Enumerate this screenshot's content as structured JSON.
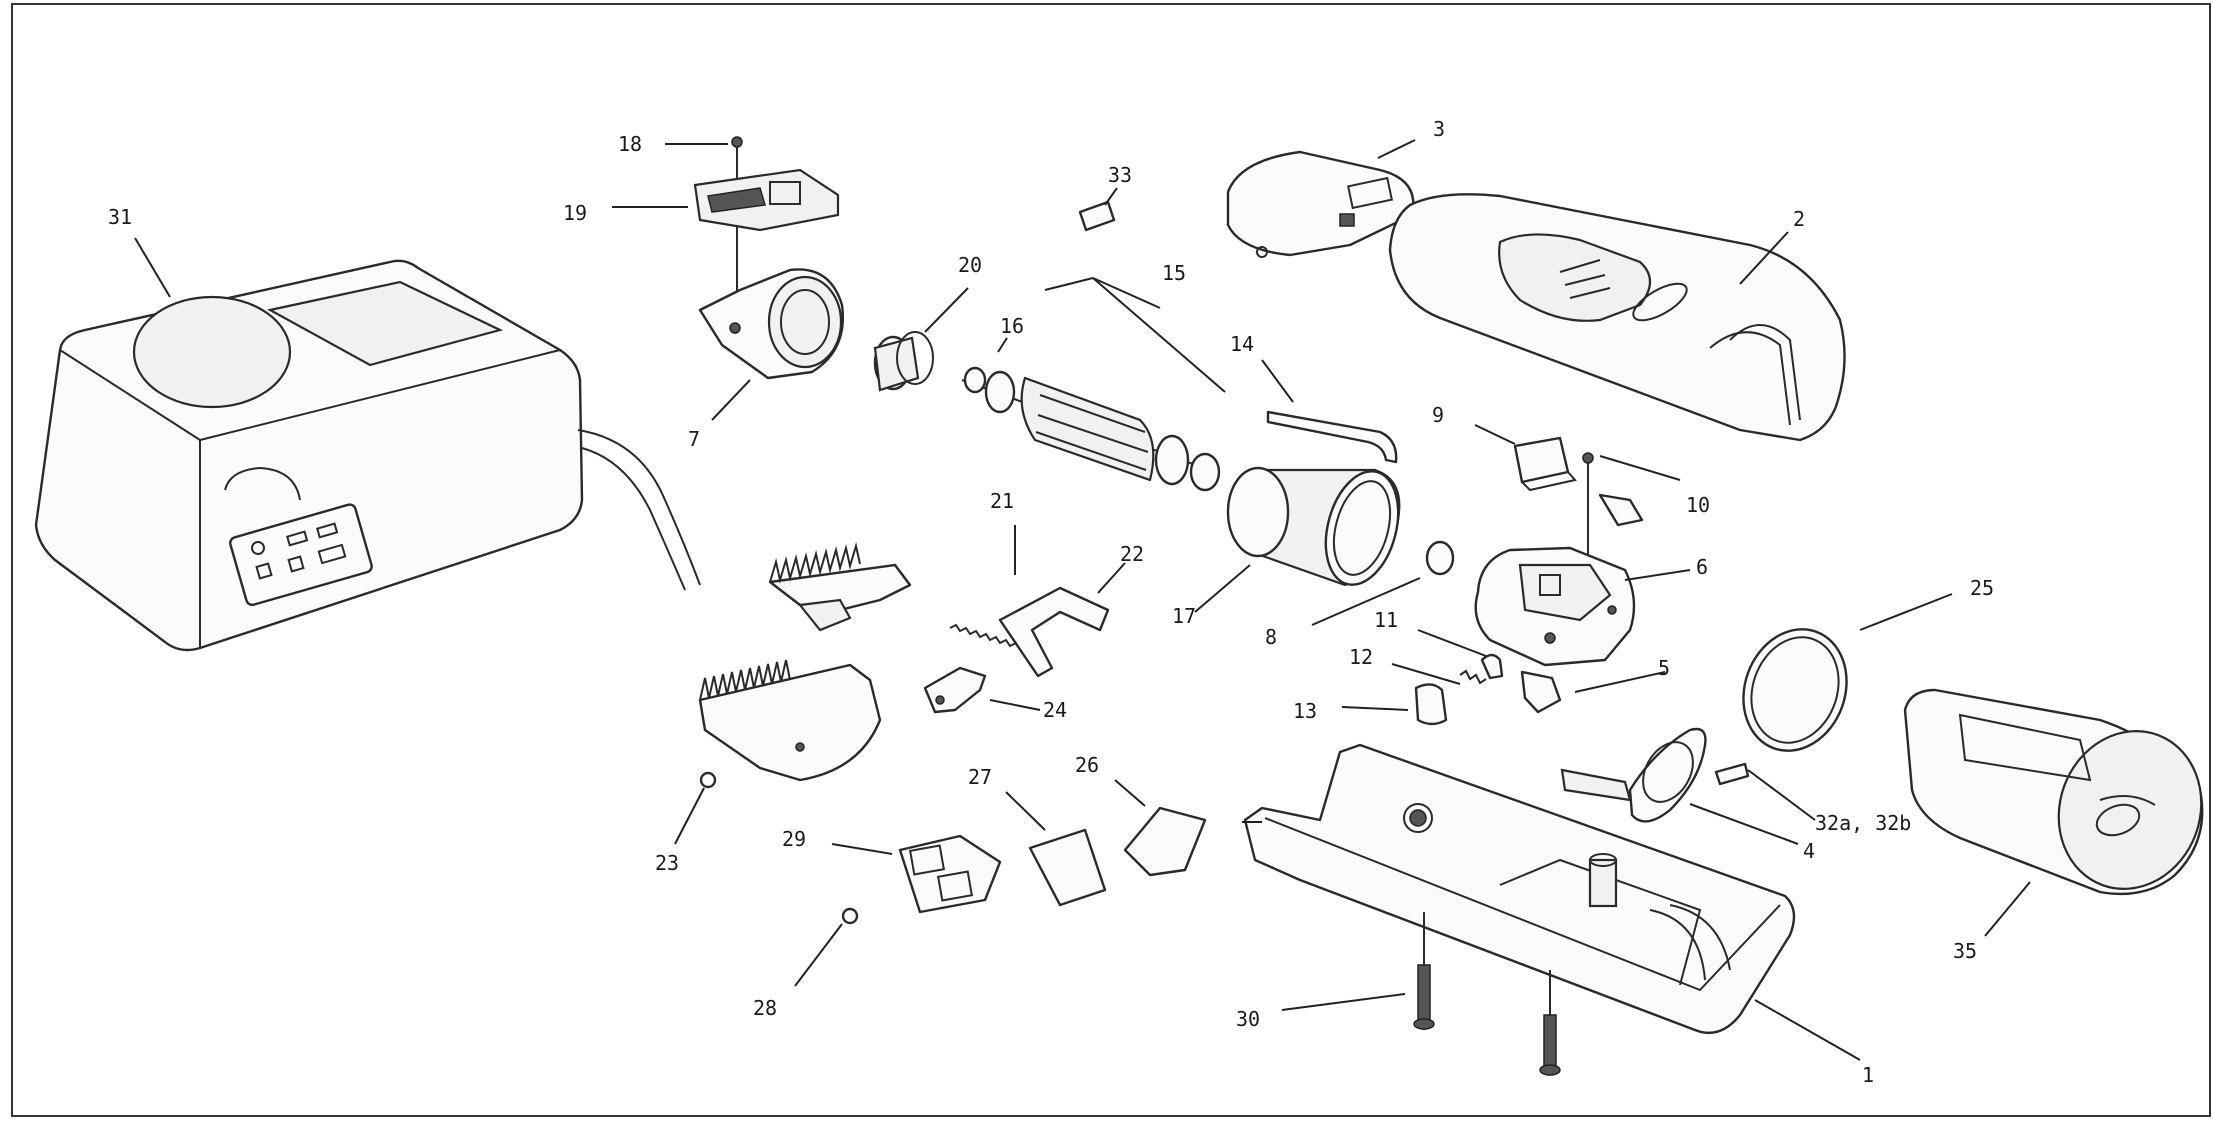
{
  "diagram": {
    "callouts": {
      "c1": "1",
      "c2": "2",
      "c3": "3",
      "c4": "4",
      "c5": "5",
      "c6": "6",
      "c7": "7",
      "c8": "8",
      "c9": "9",
      "c10": "10",
      "c11": "11",
      "c12": "12",
      "c13": "13",
      "c14": "14",
      "c15": "15",
      "c16": "16",
      "c17": "17",
      "c18": "18",
      "c19": "19",
      "c20": "20",
      "c21": "21",
      "c22": "22",
      "c23": "23",
      "c24": "24",
      "c25": "25",
      "c26": "26",
      "c27": "27",
      "c28": "28",
      "c29": "29",
      "c30": "30",
      "c31": "31",
      "c32": "32a, 32b",
      "c33": "33",
      "c35": "35"
    }
  }
}
